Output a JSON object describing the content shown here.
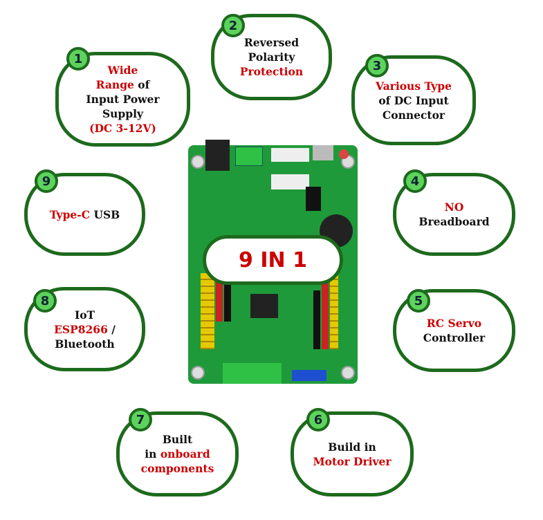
{
  "center_label": "9 IN 1",
  "features": [
    {
      "num": "1",
      "parts": [
        [
          "Wide",
          "r"
        ],
        [
          "\n",
          ""
        ],
        [
          "Range",
          "r"
        ],
        [
          " of",
          ""
        ],
        [
          "\nInput Power\nSupply\n",
          ""
        ],
        [
          "(DC 3-12V)",
          "r"
        ]
      ]
    },
    {
      "num": "2",
      "parts": [
        [
          "Reversed\nPolarity\n",
          ""
        ],
        [
          "Protection",
          "r"
        ]
      ]
    },
    {
      "num": "3",
      "parts": [
        [
          "Various Type",
          "r"
        ],
        [
          "\nof DC Input\nConnector",
          ""
        ]
      ]
    },
    {
      "num": "4",
      "parts": [
        [
          "NO",
          "r"
        ],
        [
          "\nBreadboard",
          ""
        ]
      ]
    },
    {
      "num": "5",
      "parts": [
        [
          "RC Servo",
          "r"
        ],
        [
          "\nController",
          ""
        ]
      ]
    },
    {
      "num": "6",
      "parts": [
        [
          "Build in\n",
          ""
        ],
        [
          "Motor Driver",
          "r"
        ]
      ]
    },
    {
      "num": "7",
      "parts": [
        [
          "Built\nin ",
          ""
        ],
        [
          "onboard\ncomponents",
          "r"
        ]
      ]
    },
    {
      "num": "8",
      "parts": [
        [
          "IoT\n",
          ""
        ],
        [
          "ESP8266",
          "r"
        ],
        [
          " /\nBluetooth",
          ""
        ]
      ]
    },
    {
      "num": "9",
      "parts": [
        [
          "Type-C",
          "r"
        ],
        [
          " USB",
          ""
        ]
      ]
    }
  ],
  "colors": {
    "border": "#1d6a1d",
    "badge": "#5dd35d",
    "accent_red": "#cc0000",
    "board": "#1f9a3a"
  }
}
